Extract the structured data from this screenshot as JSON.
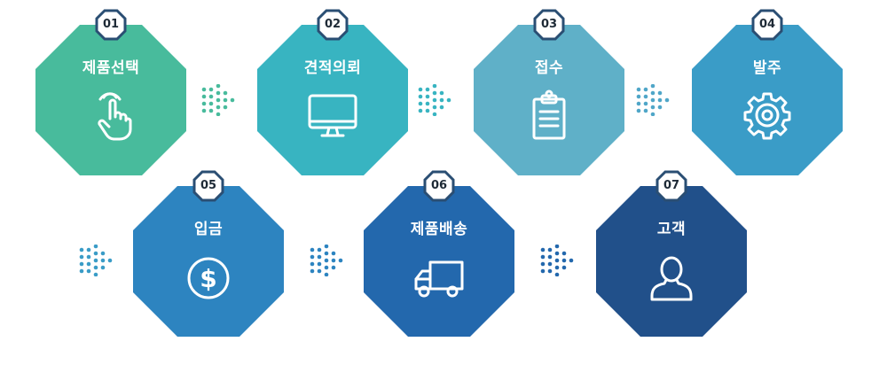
{
  "steps": [
    {
      "num": "01",
      "label": "제품선택",
      "icon": "hand-pointer-icon",
      "color": "#48bb9c"
    },
    {
      "num": "02",
      "label": "견적의뢰",
      "icon": "monitor-icon",
      "color": "#38b4c1"
    },
    {
      "num": "03",
      "label": "접수",
      "icon": "clipboard-icon",
      "color": "#5fb0c8"
    },
    {
      "num": "04",
      "label": "발주",
      "icon": "gear-icon",
      "color": "#3a9cc7"
    },
    {
      "num": "05",
      "label": "입금",
      "icon": "dollar-coin-icon",
      "color": "#2d84c0"
    },
    {
      "num": "06",
      "label": "제품배송",
      "icon": "truck-icon",
      "color": "#2368ad"
    },
    {
      "num": "07",
      "label": "고객",
      "icon": "user-icon",
      "color": "#21508a"
    }
  ],
  "colors": {
    "badge_border": "#2a4e73",
    "badge_text": "#1e2a36"
  }
}
